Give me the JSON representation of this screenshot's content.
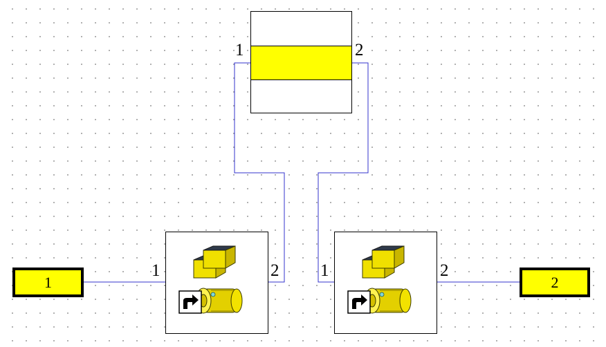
{
  "diagram": {
    "terminals": [
      {
        "id": "in",
        "label": "1"
      },
      {
        "id": "out",
        "label": "2"
      }
    ],
    "center_block": {
      "port_left": "1",
      "port_right": "2"
    },
    "machines": [
      {
        "id": "machine-a",
        "icon": "electric-machine-icon",
        "port_left": "1",
        "port_right": "2"
      },
      {
        "id": "machine-b",
        "icon": "electric-machine-icon",
        "port_left": "1",
        "port_right": "2"
      }
    ],
    "colors": {
      "wire": "#3333cc",
      "highlight": "#ffff00",
      "outline": "#000000",
      "grid_dot": "#9a9a9a"
    }
  }
}
